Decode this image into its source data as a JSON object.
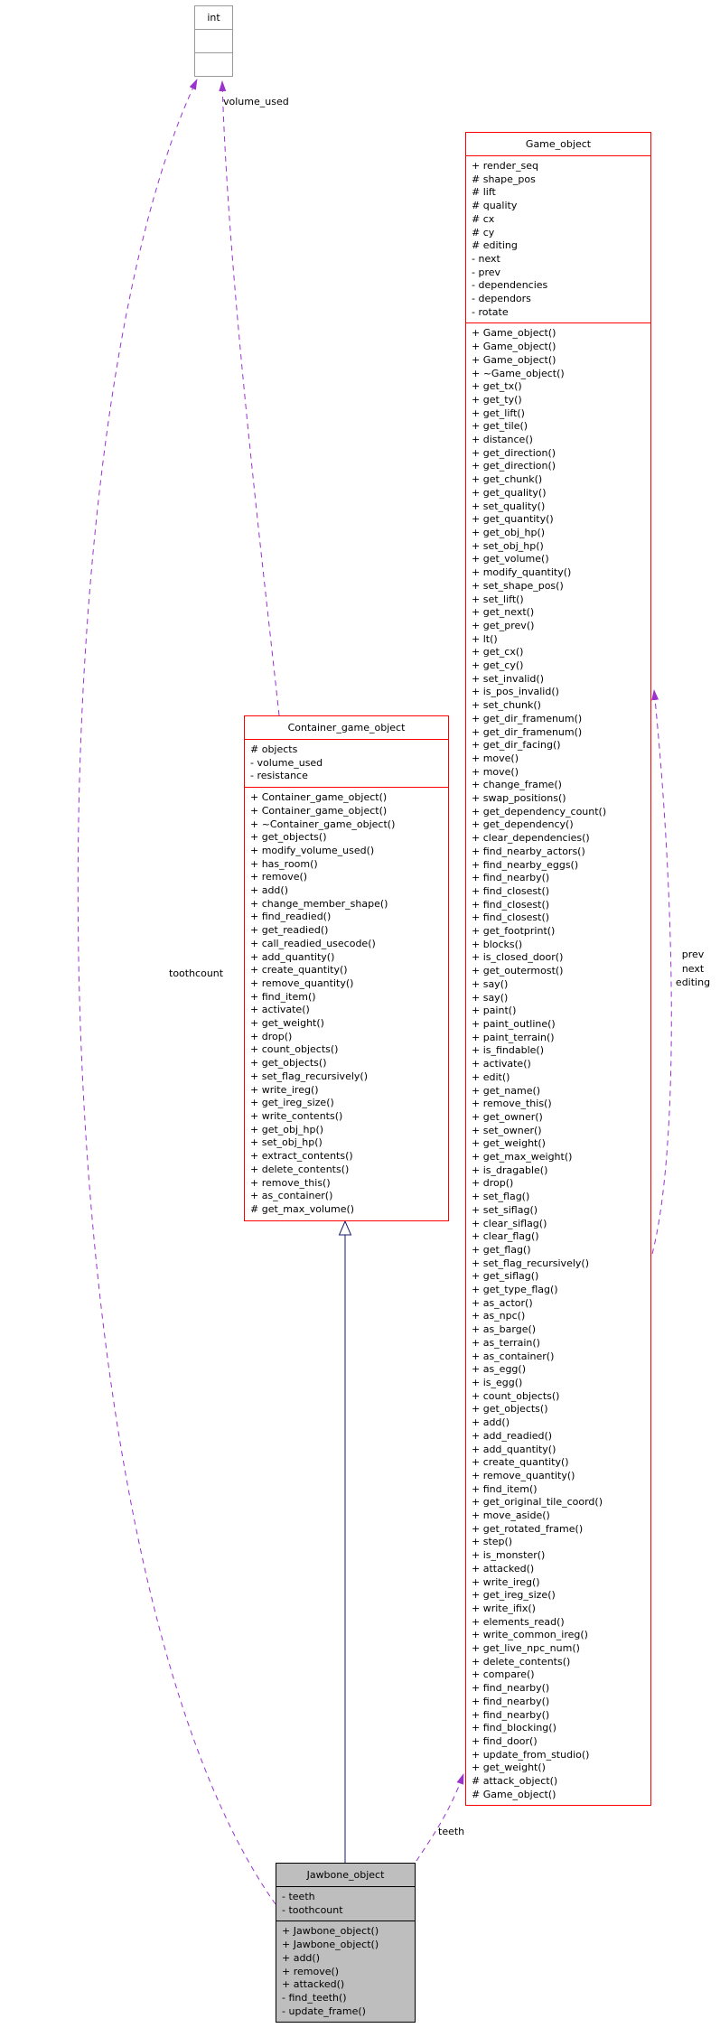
{
  "colors": {
    "class_border_linked": "#ff0000",
    "class_border_plain": "#9a9a9a",
    "focus_border": "#000000",
    "node_fill": "#ffffff",
    "focus_fill": "#bebebe",
    "edge_dashed": "#9a32cd",
    "edge_inheritance": "#191970",
    "text": "#000000",
    "bg": "#ffffff"
  },
  "classes": {
    "int_type": {
      "title": "int",
      "attributes": [],
      "methods": []
    },
    "game_object": {
      "title": "Game_object",
      "attributes": [
        "+ render_seq",
        "# shape_pos",
        "# lift",
        "# quality",
        "# cx",
        "# cy",
        "# editing",
        "- next",
        "- prev",
        "- dependencies",
        "- dependors",
        "- rotate"
      ],
      "methods": [
        "+ Game_object()",
        "+ Game_object()",
        "+ Game_object()",
        "+ ~Game_object()",
        "+ get_tx()",
        "+ get_ty()",
        "+ get_lift()",
        "+ get_tile()",
        "+ distance()",
        "+ get_direction()",
        "+ get_direction()",
        "+ get_chunk()",
        "+ get_quality()",
        "+ set_quality()",
        "+ get_quantity()",
        "+ get_obj_hp()",
        "+ set_obj_hp()",
        "+ get_volume()",
        "+ modify_quantity()",
        "+ set_shape_pos()",
        "+ set_lift()",
        "+ get_next()",
        "+ get_prev()",
        "+ lt()",
        "+ get_cx()",
        "+ get_cy()",
        "+ set_invalid()",
        "+ is_pos_invalid()",
        "+ set_chunk()",
        "+ get_dir_framenum()",
        "+ get_dir_framenum()",
        "+ get_dir_facing()",
        "+ move()",
        "+ move()",
        "+ change_frame()",
        "+ swap_positions()",
        "+ get_dependency_count()",
        "+ get_dependency()",
        "+ clear_dependencies()",
        "+ find_nearby_actors()",
        "+ find_nearby_eggs()",
        "+ find_nearby()",
        "+ find_closest()",
        "+ find_closest()",
        "+ find_closest()",
        "+ get_footprint()",
        "+ blocks()",
        "+ is_closed_door()",
        "+ get_outermost()",
        "+ say()",
        "+ say()",
        "+ paint()",
        "+ paint_outline()",
        "+ paint_terrain()",
        "+ is_findable()",
        "+ activate()",
        "+ edit()",
        "+ get_name()",
        "+ remove_this()",
        "+ get_owner()",
        "+ set_owner()",
        "+ get_weight()",
        "+ get_max_weight()",
        "+ is_dragable()",
        "+ drop()",
        "+ set_flag()",
        "+ set_siflag()",
        "+ clear_siflag()",
        "+ clear_flag()",
        "+ get_flag()",
        "+ set_flag_recursively()",
        "+ get_siflag()",
        "+ get_type_flag()",
        "+ as_actor()",
        "+ as_npc()",
        "+ as_barge()",
        "+ as_terrain()",
        "+ as_container()",
        "+ as_egg()",
        "+ is_egg()",
        "+ count_objects()",
        "+ get_objects()",
        "+ add()",
        "+ add_readied()",
        "+ add_quantity()",
        "+ create_quantity()",
        "+ remove_quantity()",
        "+ find_item()",
        "+ get_original_tile_coord()",
        "+ move_aside()",
        "+ get_rotated_frame()",
        "+ step()",
        "+ is_monster()",
        "+ attacked()",
        "+ write_ireg()",
        "+ get_ireg_size()",
        "+ write_ifix()",
        "+ elements_read()",
        "+ write_common_ireg()",
        "+ get_live_npc_num()",
        "+ delete_contents()",
        "+ compare()",
        "+ find_nearby()",
        "+ find_nearby()",
        "+ find_nearby()",
        "+ find_blocking()",
        "+ find_door()",
        "+ update_from_studio()",
        "+ get_weight()",
        "# attack_object()",
        "# Game_object()"
      ]
    },
    "container_game_object": {
      "title": "Container_game_object",
      "attributes": [
        "# objects",
        "- volume_used",
        "- resistance"
      ],
      "methods": [
        "+ Container_game_object()",
        "+ Container_game_object()",
        "+ ~Container_game_object()",
        "+ get_objects()",
        "+ modify_volume_used()",
        "+ has_room()",
        "+ remove()",
        "+ add()",
        "+ change_member_shape()",
        "+ find_readied()",
        "+ get_readied()",
        "+ call_readied_usecode()",
        "+ add_quantity()",
        "+ create_quantity()",
        "+ remove_quantity()",
        "+ find_item()",
        "+ activate()",
        "+ get_weight()",
        "+ drop()",
        "+ count_objects()",
        "+ get_objects()",
        "+ set_flag_recursively()",
        "+ write_ireg()",
        "+ get_ireg_size()",
        "+ write_contents()",
        "+ get_obj_hp()",
        "+ set_obj_hp()",
        "+ extract_contents()",
        "+ delete_contents()",
        "+ remove_this()",
        "+ as_container()",
        "# get_max_volume()"
      ]
    },
    "jawbone_object": {
      "title": "Jawbone_object",
      "attributes": [
        "- teeth",
        "- toothcount"
      ],
      "methods": [
        "+ Jawbone_object()",
        "+ Jawbone_object()",
        "+ add()",
        "+ remove()",
        "+ attacked()",
        "- find_teeth()",
        "- update_frame()"
      ]
    }
  },
  "edges": {
    "volume_used": {
      "label": "volume_used"
    },
    "toothcount": {
      "label": "toothcount"
    },
    "teeth": {
      "label": "teeth"
    },
    "game_object_self": {
      "labels": [
        "prev",
        "next",
        "editing"
      ]
    }
  }
}
